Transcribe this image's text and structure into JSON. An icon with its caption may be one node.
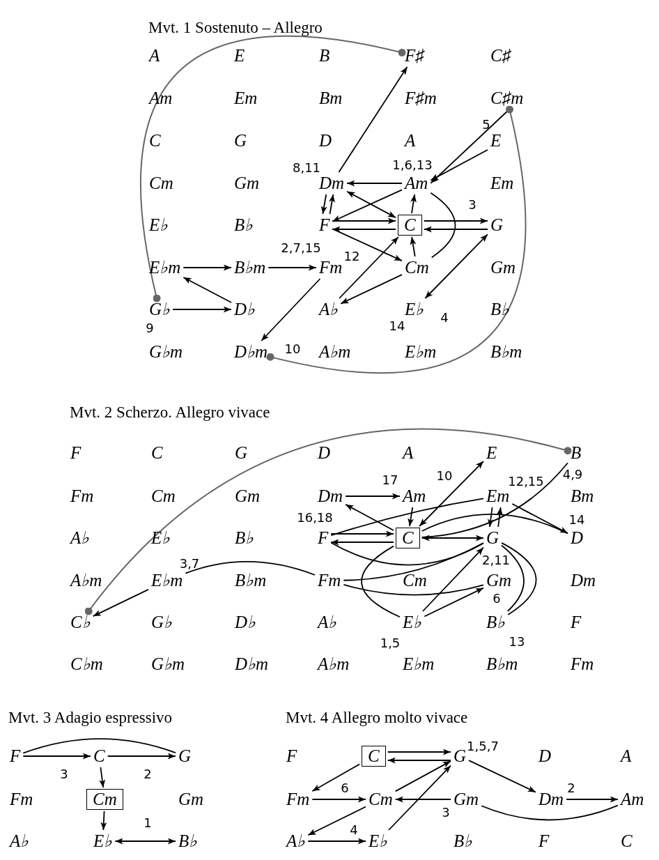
{
  "diagram": {
    "nodes": [
      {
        "text": [
          "A"
        ]
      },
      {
        "text": [
          "E"
        ]
      },
      {
        "text": [
          "B"
        ]
      },
      {
        "text": [
          "F♯"
        ]
      },
      {
        "text": [
          "C♯"
        ]
      },
      {
        "text": [
          "Am"
        ]
      },
      {
        "text": [
          "Em"
        ]
      },
      {
        "text": [
          "Bm"
        ]
      },
      {
        "text": [
          "F♯m"
        ]
      },
      {
        "text": [
          "C♯m"
        ]
      },
      {
        "text": [
          "C"
        ]
      },
      {
        "text": [
          "G"
        ]
      },
      {
        "text": [
          "D"
        ]
      },
      {
        "text": [
          "A"
        ]
      },
      {
        "text": [
          "E"
        ]
      },
      {
        "text": [
          "Cm"
        ]
      },
      {
        "text": [
          "Gm"
        ]
      },
      {
        "text": [
          "Dm"
        ]
      },
      {
        "text": [
          "Am"
        ]
      },
      {
        "text": [
          "Em"
        ]
      },
      {
        "text": [
          "E♭"
        ]
      },
      {
        "text": [
          "B♭"
        ]
      },
      {
        "text": [
          "F"
        ]
      },
      {
        "text": [
          "C"
        ]
      },
      {
        "text": [
          "G"
        ]
      },
      {
        "text": [
          "E♭m"
        ]
      },
      {
        "text": [
          "B♭m"
        ]
      },
      {
        "text": [
          "Fm"
        ]
      },
      {
        "text": [
          "Cm"
        ]
      },
      {
        "text": [
          "Gm"
        ]
      },
      {
        "text": [
          "G♭"
        ]
      },
      {
        "text": [
          "D♭"
        ]
      },
      {
        "text": [
          "A♭"
        ]
      },
      {
        "text": [
          "E♭"
        ]
      },
      {
        "text": [
          "B♭"
        ]
      },
      {
        "text": [
          "G♭m"
        ]
      },
      {
        "text": [
          "D♭m"
        ]
      },
      {
        "text": [
          "A♭m"
        ]
      },
      {
        "text": [
          "E♭m"
        ]
      },
      {
        "text": [
          "B♭m"
        ]
      },
      {
        "text": [
          "F"
        ]
      },
      {
        "text": [
          "C"
        ]
      },
      {
        "text": [
          "G"
        ]
      },
      {
        "text": [
          "D"
        ]
      },
      {
        "text": [
          "A"
        ]
      },
      {
        "text": [
          "E"
        ]
      },
      {
        "text": [
          "B"
        ]
      },
      {
        "text": [
          "Fm"
        ]
      },
      {
        "text": [
          "Cm"
        ]
      },
      {
        "text": [
          "Gm"
        ]
      },
      {
        "text": [
          "Dm"
        ]
      },
      {
        "text": [
          "Am"
        ]
      },
      {
        "text": [
          "Em"
        ]
      },
      {
        "text": [
          "Bm"
        ]
      },
      {
        "text": [
          "A♭"
        ]
      },
      {
        "text": [
          "E♭"
        ]
      },
      {
        "text": [
          "B♭"
        ]
      },
      {
        "text": [
          "F"
        ]
      },
      {
        "text": [
          "C"
        ]
      },
      {
        "text": [
          "G"
        ]
      },
      {
        "text": [
          "D"
        ]
      },
      {
        "text": [
          "A♭m"
        ]
      },
      {
        "text": [
          "E♭m"
        ]
      },
      {
        "text": [
          "B♭m"
        ]
      },
      {
        "text": [
          "Fm"
        ]
      },
      {
        "text": [
          "Cm"
        ]
      },
      {
        "text": [
          "Gm"
        ]
      },
      {
        "text": [
          "Dm"
        ]
      },
      {
        "text": [
          "C♭"
        ]
      },
      {
        "text": [
          "G♭"
        ]
      },
      {
        "text": [
          "D♭"
        ]
      },
      {
        "text": [
          "A♭"
        ]
      },
      {
        "text": [
          "E♭"
        ]
      },
      {
        "text": [
          "B♭"
        ]
      },
      {
        "text": [
          "F"
        ]
      },
      {
        "text": [
          "C♭m"
        ]
      },
      {
        "text": [
          "G♭m"
        ]
      },
      {
        "text": [
          "D♭m"
        ]
      },
      {
        "text": [
          "A♭m"
        ]
      },
      {
        "text": [
          "E♭m"
        ]
      },
      {
        "text": [
          "B♭m"
        ]
      },
      {
        "text": [
          "Fm"
        ]
      },
      {
        "text": [
          "F"
        ]
      },
      {
        "text": [
          "C"
        ]
      },
      {
        "text": [
          "G"
        ]
      },
      {
        "text": [
          "Fm"
        ]
      },
      {
        "text": [
          "Cm"
        ]
      },
      {
        "text": [
          "Gm"
        ]
      },
      {
        "text": [
          "A♭"
        ]
      },
      {
        "text": [
          "E♭"
        ]
      },
      {
        "text": [
          "B♭"
        ]
      },
      {
        "text": [
          "F"
        ]
      },
      {
        "text": [
          "C"
        ]
      },
      {
        "text": [
          "G"
        ]
      },
      {
        "text": [
          "D"
        ]
      },
      {
        "text": [
          "A"
        ]
      },
      {
        "text": [
          "Fm"
        ]
      },
      {
        "text": [
          "Cm"
        ]
      },
      {
        "text": [
          "Gm"
        ]
      },
      {
        "text": [
          "Dm"
        ]
      },
      {
        "text": [
          "Am"
        ]
      },
      {
        "text": [
          "A♭"
        ]
      },
      {
        "text": [
          "E♭"
        ]
      },
      {
        "text": [
          "B♭"
        ]
      },
      {
        "text": [
          "F"
        ]
      },
      {
        "text": [
          "C"
        ]
      }
    ],
    "edges": [
      {
        "from": 17,
        "to": 3,
        "arrow": "to"
      },
      {
        "from": 9,
        "to": 18,
        "arrow": "to"
      },
      {
        "from": 14,
        "to": 18,
        "arrow": "to"
      },
      {
        "from": 18,
        "to": 17,
        "arrow": "to"
      },
      {
        "from": 18,
        "to": 22,
        "arrow": "to"
      },
      {
        "from": 17,
        "to": 23,
        "arrow": "both"
      },
      {
        "from": 23,
        "to": 18,
        "arrow": "to"
      },
      {
        "from": 22,
        "to": 17,
        "arrow": "to"
      },
      {
        "from": 17,
        "to": 22,
        "arrow": "to"
      },
      {
        "from": 22,
        "to": 23,
        "arrow": "to"
      },
      {
        "from": 23,
        "to": 22,
        "arrow": "to"
      },
      {
        "from": 22,
        "to": 28,
        "arrow": "to"
      },
      {
        "from": 28,
        "to": 23,
        "arrow": "to"
      },
      {
        "from": 23,
        "to": 24,
        "arrow": "to"
      },
      {
        "from": 24,
        "to": 23,
        "arrow": "to"
      },
      {
        "from": 18,
        "to": 28,
        "arrow": "none"
      },
      {
        "from": 32,
        "to": 23,
        "arrow": "to"
      },
      {
        "from": 28,
        "to": 32,
        "arrow": "to"
      },
      {
        "from": 24,
        "to": 33,
        "arrow": "both"
      },
      {
        "from": 25,
        "to": 26,
        "arrow": "to"
      },
      {
        "from": 26,
        "to": 27,
        "arrow": "to"
      },
      {
        "from": 31,
        "to": 25,
        "arrow": "to"
      },
      {
        "from": 30,
        "to": 31,
        "arrow": "to"
      },
      {
        "from": 27,
        "to": 36,
        "arrow": "to"
      },
      {
        "from": 3,
        "to": 30,
        "arrow": "other",
        "color": "#666666"
      },
      {
        "from": 9,
        "to": 36,
        "arrow": "other",
        "color": "#666666"
      },
      {
        "from": 50,
        "to": 51,
        "arrow": "to"
      },
      {
        "from": 51,
        "to": 58,
        "arrow": "to"
      },
      {
        "from": 58,
        "to": 50,
        "arrow": "to"
      },
      {
        "from": 58,
        "to": 45,
        "arrow": "both"
      },
      {
        "from": 58,
        "to": 46,
        "arrow": "none"
      },
      {
        "from": 57,
        "to": 52,
        "arrow": "none"
      },
      {
        "from": 57,
        "to": 58,
        "arrow": "to"
      },
      {
        "from": 58,
        "to": 57,
        "arrow": "to"
      },
      {
        "from": 58,
        "to": 59,
        "arrow": "both"
      },
      {
        "from": 58,
        "to": 60,
        "arrow": "none"
      },
      {
        "from": 59,
        "to": 52,
        "arrow": "to"
      },
      {
        "from": 52,
        "to": 59,
        "arrow": "to"
      },
      {
        "from": 52,
        "to": 60,
        "arrow": "to"
      },
      {
        "from": 57,
        "to": 59,
        "arrow": "none"
      },
      {
        "from": 64,
        "to": 59,
        "arrow": "none"
      },
      {
        "from": 64,
        "to": 66,
        "arrow": "none"
      },
      {
        "from": 62,
        "to": 64,
        "arrow": "none"
      },
      {
        "from": 62,
        "to": 68,
        "arrow": "to"
      },
      {
        "from": 58,
        "to": 72,
        "arrow": "none"
      },
      {
        "from": 72,
        "to": 59,
        "arrow": "to"
      },
      {
        "from": 72,
        "to": 66,
        "arrow": "to"
      },
      {
        "from": 59,
        "to": 73,
        "arrow": "none"
      },
      {
        "from": 59,
        "to": 73,
        "arrow": "none"
      },
      {
        "from": 46,
        "to": 68,
        "arrow": "other",
        "color": "#666666"
      },
      {
        "from": 82,
        "to": 83,
        "arrow": "to"
      },
      {
        "from": 83,
        "to": 84,
        "arrow": "to"
      },
      {
        "from": 82,
        "to": 84,
        "arrow": "none"
      },
      {
        "from": 83,
        "to": 86,
        "arrow": "to"
      },
      {
        "from": 86,
        "to": 89,
        "arrow": "to"
      },
      {
        "from": 89,
        "to": 90,
        "arrow": "both"
      },
      {
        "from": 92,
        "to": 93,
        "arrow": "to"
      },
      {
        "from": 93,
        "to": 92,
        "arrow": "to"
      },
      {
        "from": 92,
        "to": 96,
        "arrow": "to"
      },
      {
        "from": 96,
        "to": 97,
        "arrow": "to"
      },
      {
        "from": 97,
        "to": 93,
        "arrow": "to"
      },
      {
        "from": 98,
        "to": 97,
        "arrow": "to"
      },
      {
        "from": 97,
        "to": 101,
        "arrow": "to"
      },
      {
        "from": 101,
        "to": 102,
        "arrow": "to"
      },
      {
        "from": 102,
        "to": 93,
        "arrow": "to"
      },
      {
        "from": 93,
        "to": 99,
        "arrow": "to"
      },
      {
        "from": 99,
        "to": 100,
        "arrow": "to"
      },
      {
        "from": 98,
        "to": 100,
        "arrow": "none"
      }
    ],
    "labels": [
      "Mvt. 1 Sostenuto – Allegro",
      "5",
      "8,11",
      "1,6,13",
      "3",
      "2,7,15",
      "12",
      "9",
      "14",
      "4",
      "10",
      "Mvt. 2 Scherzo. Allegro vivace",
      "4,9",
      "17",
      "10",
      "12,15",
      "16,18",
      "14",
      "3,7",
      "2,11",
      "6",
      "1,5",
      "13",
      "Mvt. 3 Adagio espressivo",
      "3",
      "2",
      "1",
      "Mvt. 4 Allegro molto vivace",
      "1,5,7",
      "6",
      "3",
      "4",
      "2"
    ]
  }
}
